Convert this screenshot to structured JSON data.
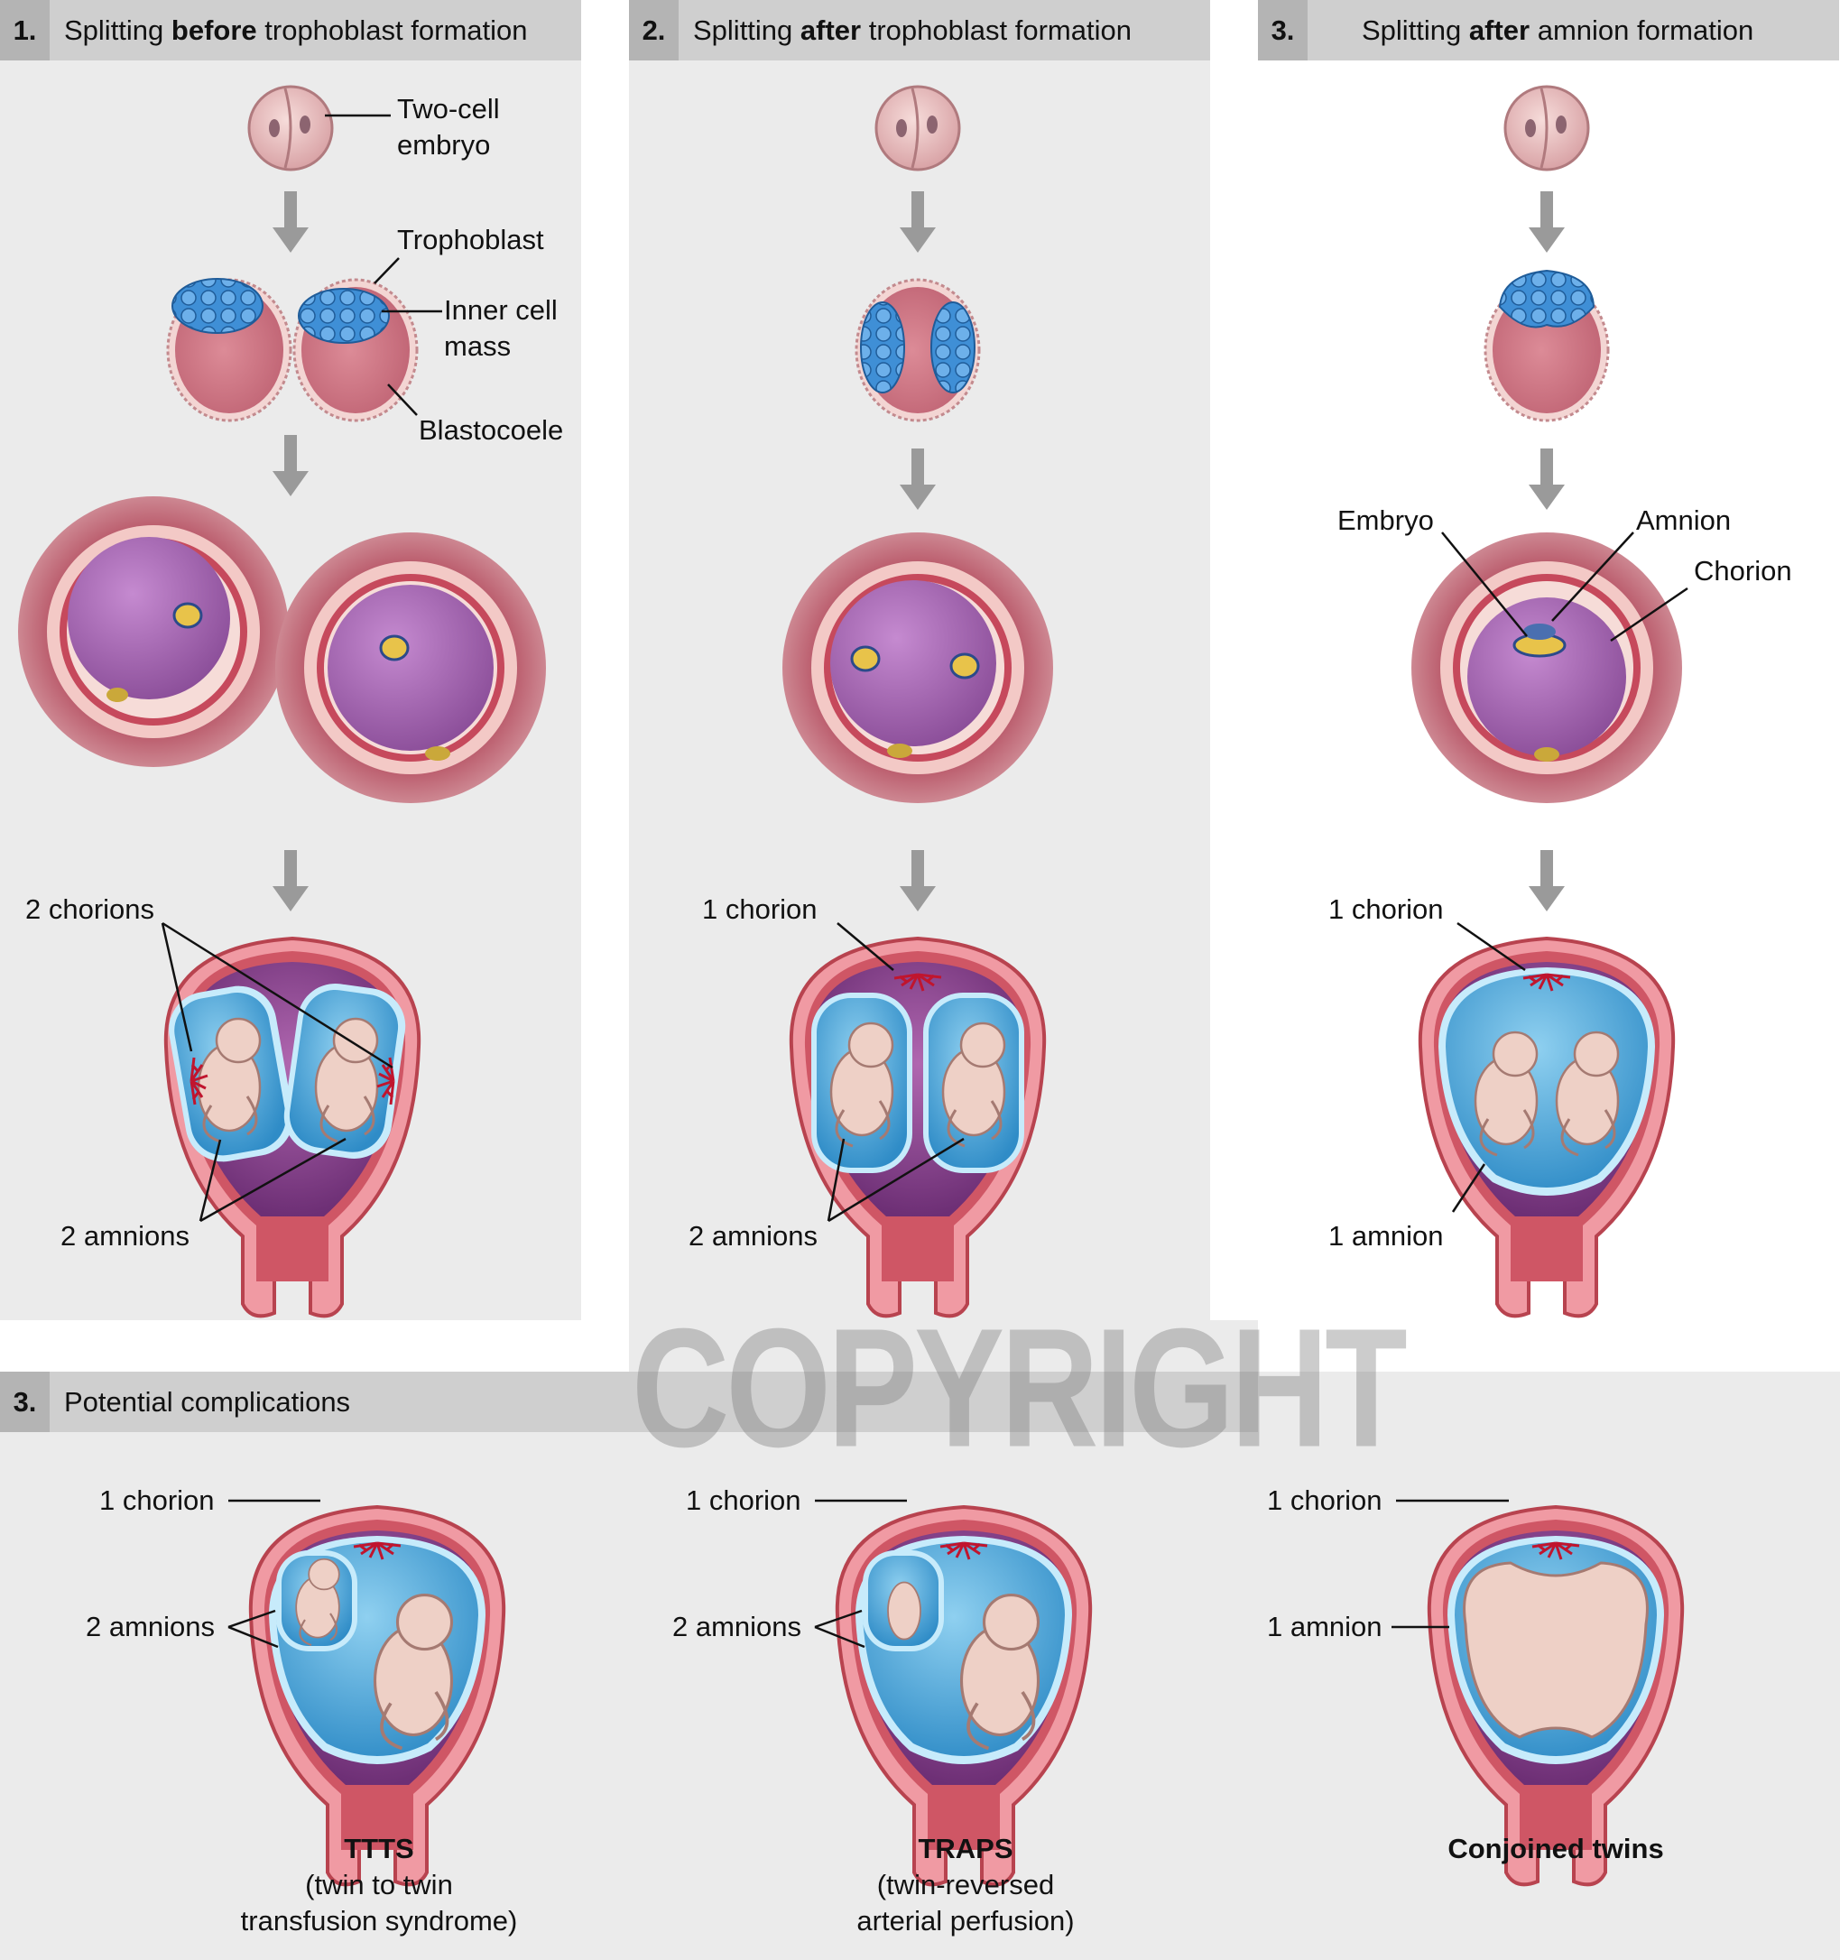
{
  "headers": [
    {
      "num": "1.",
      "pre": "Splitting ",
      "bold": "before",
      "post": " trophoblast formation"
    },
    {
      "num": "2.",
      "pre": "Splitting ",
      "bold": "after",
      "post": " trophoblast formation"
    },
    {
      "num": "3.",
      "pre": "Splitting ",
      "bold": "after",
      "post": " amnion formation"
    }
  ],
  "complications_header": {
    "num": "3.",
    "title": "Potential complications"
  },
  "labels": {
    "two_cell_embryo": "Two-cell\nembryo",
    "trophoblast": "Trophoblast",
    "inner_cell_mass": "Inner cell\nmass",
    "blastocoele": "Blastocoele",
    "embryo": "Embryo",
    "amnion": "Amnion",
    "chorion": "Chorion",
    "p1_chorions": "2 chorions",
    "p1_amnions": "2 amnions",
    "p2_chorion": "1 chorion",
    "p2_amnions": "2 amnions",
    "p3_chorion": "1 chorion",
    "p3_amnion": "1 amnion",
    "c1_chorion": "1 chorion",
    "c1_amnions": "2 amnions",
    "c2_chorion": "1 chorion",
    "c2_amnions": "2 amnions",
    "c3_chorion": "1 chorion",
    "c3_amnion": "1 amnion"
  },
  "captions": [
    {
      "title": "TTTS",
      "sub": "(twin to twin\ntransfusion syndrome)"
    },
    {
      "title": "TRAPS",
      "sub": "(twin-reversed\narterial perfusion)"
    },
    {
      "title": "Conjoined twins",
      "sub": ""
    }
  ],
  "watermark": "COPYRIGHT",
  "colors": {
    "panel": "#ebebeb",
    "header": "#cfcfcf",
    "header_num": "#b4b4b4",
    "tissue": "#c24a5f",
    "blastocoele": "#d0707f",
    "inner_cell_mass": "#3f8fd6",
    "yolk_sac": "#9a58a6",
    "amniotic_fluid": "#3e9cd0",
    "fetus": "#eed0c6",
    "arrow": "#9a9a9a"
  }
}
